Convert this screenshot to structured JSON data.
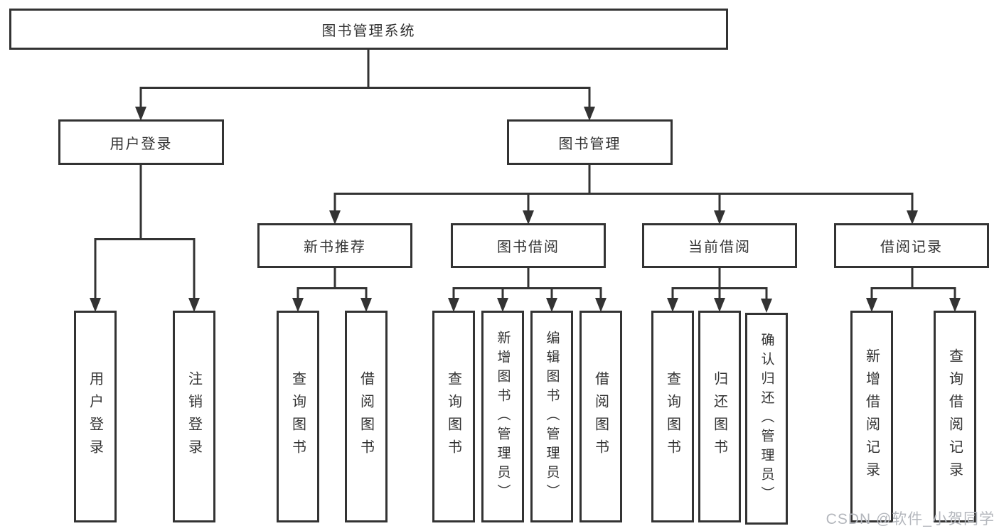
{
  "tree": {
    "root": "图书管理系统",
    "level2": [
      {
        "label": "用户登录",
        "leaves": [
          "用户登录",
          "注销登录"
        ]
      },
      {
        "label": "图书管理",
        "modules": [
          {
            "label": "新书推荐",
            "leaves": [
              "查询图书",
              "借阅图书"
            ]
          },
          {
            "label": "图书借阅",
            "leaves": [
              "查询图书",
              "新增图书（管理员）",
              "编辑图书（管理员）",
              "借阅图书"
            ]
          },
          {
            "label": "当前借阅",
            "leaves": [
              "查询图书",
              "归还图书",
              "确认归还（管理员）"
            ]
          },
          {
            "label": "借阅记录",
            "leaves": [
              "新增借阅记录",
              "查询借阅记录"
            ]
          }
        ]
      }
    ]
  },
  "watermark": "CSDN @软件_小贺同学",
  "colors": {
    "line": "#333333",
    "box_border": "#333333",
    "box_fill": "#ffffff",
    "text": "#333333",
    "background": "#ffffff",
    "watermark": "#b4b7bd"
  }
}
